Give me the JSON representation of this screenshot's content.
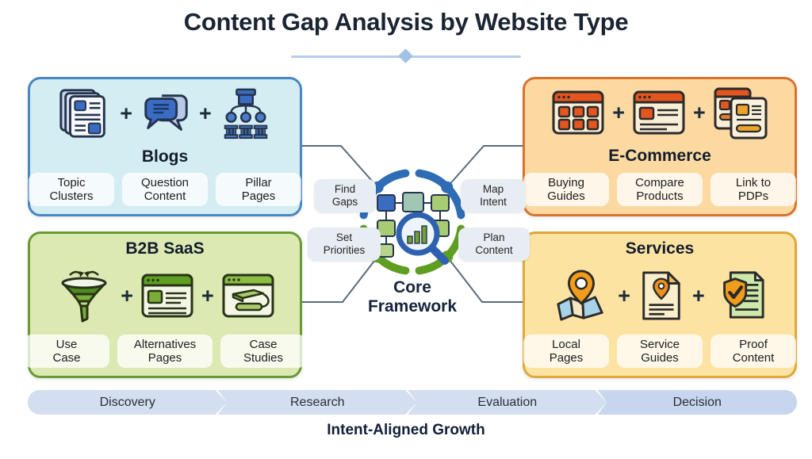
{
  "title": "Content Gap Analysis by Website Type",
  "plus": "+",
  "panels": {
    "blogs": {
      "title": "Blogs",
      "icons": [
        "stacked-articles-icon",
        "chat-bubbles-icon",
        "pillar-structure-icon"
      ],
      "chips": [
        [
          "Topic",
          "Clusters"
        ],
        [
          "Question",
          "Content"
        ],
        [
          "Pillar",
          "Pages"
        ]
      ],
      "colors": {
        "bg": "#d3edf3",
        "border": "#4a86c2"
      }
    },
    "ecommerce": {
      "title": "E-Commerce",
      "icons": [
        "product-grid-icon",
        "product-page-icon",
        "stacked-product-pages-icon"
      ],
      "chips": [
        [
          "Buying",
          "Guides"
        ],
        [
          "Compare",
          "Products"
        ],
        [
          "Link to",
          "PDPs"
        ]
      ],
      "colors": {
        "bg": "#fbd9a1",
        "border": "#d8742e"
      }
    },
    "saas": {
      "title": "B2B SaaS",
      "icons": [
        "funnel-icon",
        "alternatives-page-icon",
        "case-study-book-icon"
      ],
      "chips": [
        [
          "Use",
          "Case"
        ],
        [
          "Alternatives",
          "Pages"
        ],
        [
          "Case",
          "Studies"
        ]
      ],
      "colors": {
        "bg": "#dde9b3",
        "border": "#689b33"
      }
    },
    "services": {
      "title": "Services",
      "icons": [
        "map-pin-icon",
        "service-doc-pin-icon",
        "shield-check-doc-icon"
      ],
      "chips": [
        [
          "Local",
          "Pages"
        ],
        [
          "Service",
          "Guides"
        ],
        [
          "Proof",
          "Content"
        ]
      ],
      "colors": {
        "bg": "#fce3a2",
        "border": "#dfa83a"
      }
    }
  },
  "center": {
    "icon": "magnifier-flowchart-icon",
    "find_gaps": [
      "Find",
      "Gaps"
    ],
    "map_intent": [
      "Map",
      "Intent"
    ],
    "set_priorities": [
      "Set",
      "Priorities"
    ],
    "plan_content": [
      "Plan",
      "Content"
    ],
    "core": [
      "Core",
      "Framework"
    ],
    "ring_colors": {
      "top": "#2e6cb5",
      "bottom": "#5e9e20"
    }
  },
  "journey": {
    "stages": [
      "Discovery",
      "Research",
      "Evaluation",
      "Decision"
    ],
    "caption": "Intent-Aligned Growth"
  }
}
